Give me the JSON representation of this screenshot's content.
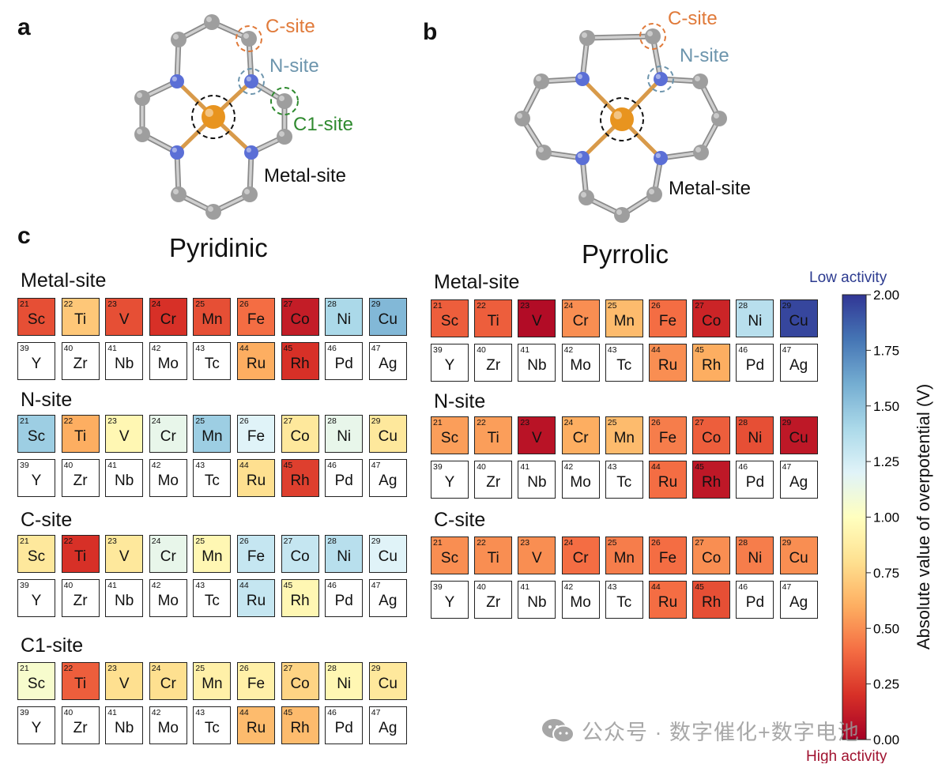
{
  "panels": {
    "a": "a",
    "b": "b",
    "c": "c"
  },
  "molecule_labels": {
    "a": {
      "c_site": "C-site",
      "n_site": "N-site",
      "c1_site": "C1-site",
      "metal_site": "Metal-site"
    },
    "b": {
      "c_site": "C-site",
      "n_site": "N-site",
      "metal_site": "Metal-site"
    }
  },
  "colors": {
    "carbon": "#9e9e9e",
    "nitrogen": "#5b6fd6",
    "metal": "#e8941f",
    "c_site_ring": "#e07a3a",
    "n_site_ring": "#6d95ad",
    "c1_site_ring": "#2f8a2f",
    "metal_ring": "#111111"
  },
  "chart_data": {
    "type": "heatmap",
    "colormap": "RdYlBu",
    "value_label": "Absolute value of overpotential (V)",
    "low_label": "Low activity",
    "high_label": "High activity",
    "vmin": 0.0,
    "vmax": 2.0,
    "colorbar_ticks": [
      "0.00",
      "0.25",
      "0.50",
      "0.75",
      "1.00",
      "1.25",
      "1.50",
      "1.75",
      "2.00"
    ],
    "elements_row1": [
      {
        "num": "21",
        "sym": "Sc"
      },
      {
        "num": "22",
        "sym": "Ti"
      },
      {
        "num": "23",
        "sym": "V"
      },
      {
        "num": "24",
        "sym": "Cr"
      },
      {
        "num": "25",
        "sym": "Mn"
      },
      {
        "num": "26",
        "sym": "Fe"
      },
      {
        "num": "27",
        "sym": "Co"
      },
      {
        "num": "28",
        "sym": "Ni"
      },
      {
        "num": "29",
        "sym": "Cu"
      }
    ],
    "elements_row2": [
      {
        "num": "39",
        "sym": "Y"
      },
      {
        "num": "40",
        "sym": "Zr"
      },
      {
        "num": "41",
        "sym": "Nb"
      },
      {
        "num": "42",
        "sym": "Mo"
      },
      {
        "num": "43",
        "sym": "Tc"
      },
      {
        "num": "44",
        "sym": "Ru"
      },
      {
        "num": "45",
        "sym": "Rh"
      },
      {
        "num": "46",
        "sym": "Pd"
      },
      {
        "num": "47",
        "sym": "Ag"
      }
    ],
    "tables": [
      {
        "name": "Pyridinic",
        "groups": [
          {
            "site": "Metal-site",
            "row1": [
              0.3,
              0.7,
              0.3,
              0.2,
              0.3,
              0.4,
              0.12,
              1.4,
              1.55
            ],
            "row2": [
              null,
              null,
              null,
              null,
              null,
              0.6,
              0.2,
              null,
              null
            ]
          },
          {
            "site": "N-site",
            "row1": [
              1.45,
              0.6,
              0.95,
              1.15,
              1.45,
              1.2,
              0.85,
              1.15,
              0.85
            ],
            "row2": [
              null,
              null,
              null,
              null,
              null,
              0.8,
              0.25,
              null,
              null
            ]
          },
          {
            "site": "C-site",
            "row1": [
              0.85,
              0.2,
              0.85,
              1.15,
              0.95,
              1.3,
              1.3,
              1.35,
              1.2
            ],
            "row2": [
              null,
              null,
              null,
              null,
              null,
              1.3,
              0.95,
              null,
              null
            ]
          },
          {
            "site": "C1-site",
            "row1": [
              1.05,
              0.35,
              0.8,
              0.8,
              0.9,
              0.9,
              0.75,
              0.95,
              0.85
            ],
            "row2": [
              null,
              null,
              null,
              null,
              null,
              0.65,
              0.65,
              null,
              null
            ]
          }
        ]
      },
      {
        "name": "Pyrrolic",
        "groups": [
          {
            "site": "Metal-site",
            "row1": [
              0.35,
              0.35,
              0.05,
              0.5,
              0.65,
              0.4,
              0.15,
              1.35,
              1.95
            ],
            "row2": [
              null,
              null,
              null,
              null,
              null,
              0.5,
              0.6,
              null,
              null
            ]
          },
          {
            "site": "N-site",
            "row1": [
              0.55,
              0.55,
              0.08,
              0.6,
              0.65,
              0.45,
              0.35,
              0.3,
              0.1
            ],
            "row2": [
              null,
              null,
              null,
              null,
              null,
              0.4,
              0.1,
              null,
              null
            ]
          },
          {
            "site": "C-site",
            "row1": [
              0.5,
              0.5,
              0.5,
              0.4,
              0.45,
              0.4,
              0.5,
              0.45,
              0.5
            ],
            "row2": [
              null,
              null,
              null,
              null,
              null,
              0.4,
              0.3,
              null,
              null
            ]
          }
        ]
      }
    ]
  },
  "watermark": "公众号 · 数字催化+数字电池"
}
